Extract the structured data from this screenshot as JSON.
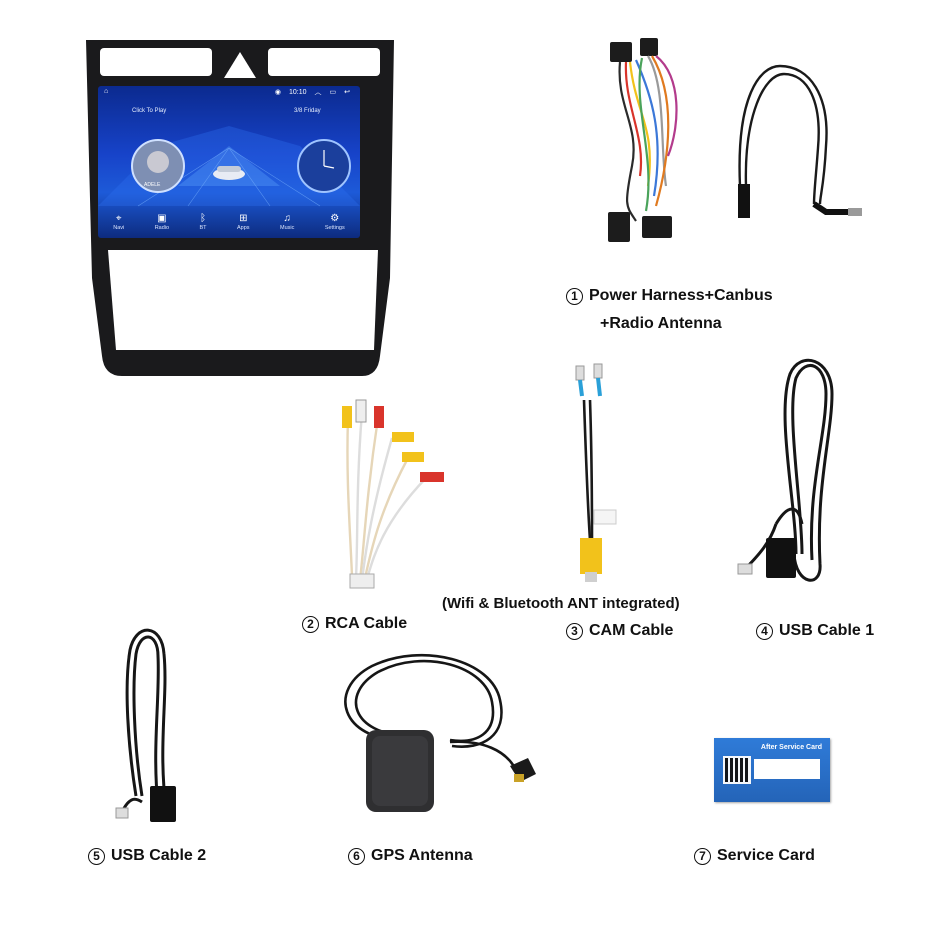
{
  "head_unit": {
    "status_time": "10:10",
    "left_card_title": "Click To Play",
    "album_text": "ADELE",
    "date_text": "3/8 Friday",
    "apps": [
      {
        "label": "Navi",
        "icon": "location-pin-icon"
      },
      {
        "label": "Radio",
        "icon": "radio-icon"
      },
      {
        "label": "BT",
        "icon": "bluetooth-icon"
      },
      {
        "label": "Apps",
        "icon": "apps-grid-icon"
      },
      {
        "label": "Music",
        "icon": "music-note-icon"
      },
      {
        "label": "Settings",
        "icon": "gear-icon"
      }
    ]
  },
  "items": [
    {
      "number": "1",
      "line1": "Power Harness+Canbus",
      "line2": "+Radio Antenna"
    },
    {
      "number": "2",
      "label": "RCA Cable"
    },
    {
      "number": "3",
      "label": "CAM Cable",
      "note": "(Wifi & Bluetooth ANT integrated)"
    },
    {
      "number": "4",
      "label": "USB Cable 1"
    },
    {
      "number": "5",
      "label": "USB Cable 2"
    },
    {
      "number": "6",
      "label": "GPS Antenna"
    },
    {
      "number": "7",
      "label": "Service Card"
    }
  ],
  "service_card": {
    "title": "After Service Card"
  },
  "colors": {
    "screen_blue": "#1743c9",
    "frame_black": "#1a1a1c",
    "card_blue": "#2a6dc6",
    "rca_red": "#d9342b",
    "rca_yellow": "#f2c21b"
  }
}
